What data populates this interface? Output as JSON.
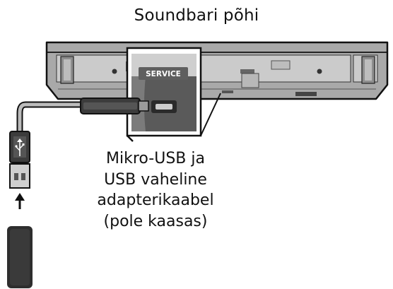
{
  "title": "Soundbari põhi",
  "port_label": "SERVICE",
  "caption": {
    "line1": "Mikro-USB ja",
    "line2": "USB vaheline",
    "line3": "adapterikaabel",
    "line4": "(pole kaasas)"
  },
  "colors": {
    "bar_body": "#a9a9a9",
    "bar_face": "#cfcfcf",
    "outline": "#111111",
    "cable": "#b4b4b4",
    "connector": "#3c3c3c"
  }
}
